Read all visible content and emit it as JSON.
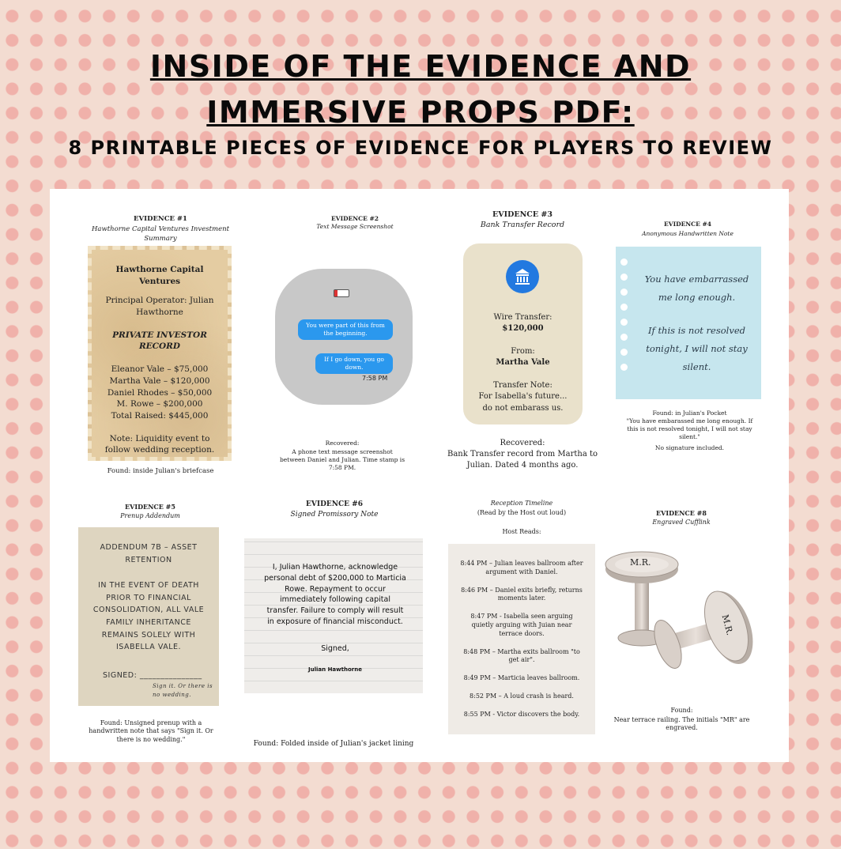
{
  "header": {
    "title_line1": "INSIDE OF THE EVIDENCE AND ",
    "title_line2": "IMMERSIVE PROPS PDF:",
    "subtitle": "8 PRINTABLE PIECES OF EVIDENCE FOR PLAYERS  TO REVIEW"
  },
  "e1": {
    "label": "EVIDENCE #1",
    "sub": "Hawthorne Capital Ventures Investment Summary",
    "doc_title": "Hawthorne Capital Ventures",
    "operator": "Principal Operator: Julian Hawthorne",
    "record": "PRIVATE INVESTOR RECORD",
    "lines": [
      "Eleanor Vale – $75,000",
      "Martha Vale – $120,000",
      "Daniel Rhodes – $50,000",
      "M. Rowe – $200,000",
      "Total Raised: $445,000"
    ],
    "note": "Note: Liquidity event to follow wedding reception.",
    "found": "Found: inside Julian's briefcase"
  },
  "e2": {
    "label": "EVIDENCE #2",
    "sub": "Text Message Screenshot",
    "msg1": "You were part of this from the beginning.",
    "msg2": "If I go down, you go down.",
    "time": "7:58 PM",
    "recovered": "Recovered:",
    "desc": "A phone text message screenshot between Daniel and Julian. Time stamp is 7:58 PM."
  },
  "e3": {
    "label": "EVIDENCE #3",
    "sub": "Bank Transfer Record",
    "wire": "Wire Transfer:",
    "amount": "$120,000",
    "from_label": "From:",
    "from": "Martha Vale",
    "note_label": "Transfer Note:",
    "note": "For Isabella's future... do not embarass us.",
    "recovered": "Recovered:",
    "desc": "Bank Transfer record from Martha to Julian. Dated 4 months ago."
  },
  "e4": {
    "label": "EVIDENCE #4",
    "sub": "Anonymous Handwritten Note",
    "line1": "You have embarrassed me long enough.",
    "line2": "If this is not resolved tonight, I will not stay silent.",
    "found": "Found: in Julian's Pocket",
    "quote": "\"You have embarassed me long enough. If this is not resolved tonight, I will not stay silent.\"",
    "sig": "No signature included."
  },
  "e5": {
    "label": "EVIDENCE #5",
    "sub": "Prenup Addendum",
    "head": "ADDENDUM 7B – ASSET RETENTION",
    "body": "IN THE EVENT OF DEATH PRIOR TO FINANCIAL CONSOLIDATION, ALL VALE FAMILY INHERITANCE REMAINS SOLELY WITH ISABELLA VALE.",
    "signed": "SIGNED: _______________",
    "hand": "Sign it. Or there is no wedding.",
    "found": "Found: Unsigned prenup with a handwritten note that says \"Sign it. Or there is no wedding.\""
  },
  "e6": {
    "label": "EVIDENCE #6",
    "sub": "Signed Promissory Note",
    "body": "I, Julian Hawthorne, acknowledge personal debt of $200,000 to Marticia Rowe. Repayment to occur immediately following capital transfer. Failure to comply will result in exposure of financial misconduct.",
    "signed": "Signed,",
    "name": "Julian Hawthorne",
    "found": "Found: Folded inside of Julian's jacket lining"
  },
  "e7": {
    "title": "Reception Timeline",
    "sub": "(Read by the Host out loud)",
    "host": "Host Reads:",
    "events": [
      "8:44 PM – Julian leaves ballroom after argument with Daniel.",
      "8:46 PM – Daniel exits briefly, returns moments later.",
      "8:47 PM - Isabella seen arguing quietly arguing with Juian near terrace doors.",
      "8:48 PM – Martha exits ballroom \"to get air\".",
      "8:49 PM – Marticia leaves ballroom.",
      "8:52 PM – A loud crash is heard.",
      "8:55 PM - Victor discovers the body."
    ]
  },
  "e8": {
    "label": "EVIDENCE #8",
    "sub": "Engraved Cufflink",
    "engrave": "M.R.",
    "found": "Found:",
    "desc": "Near terrace railing. The initials \"MR\" are engraved."
  }
}
